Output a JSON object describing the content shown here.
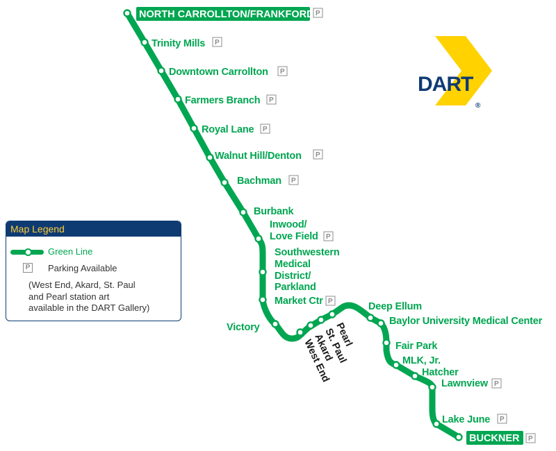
{
  "line": {
    "name": "Green Line",
    "color": "#00a651"
  },
  "stations": {
    "north_carrollton": "NORTH CARROLLTON/FRANKFORD",
    "trinity_mills": "Trinity Mills",
    "downtown_carrollton": "Downtown Carrollton",
    "farmers_branch": "Farmers Branch",
    "royal_lane": "Royal Lane",
    "walnut_hill": "Walnut Hill/Denton",
    "bachman": "Bachman",
    "burbank": "Burbank",
    "inwood_1": "Inwood/",
    "inwood_2": "Love Field",
    "swmed_1": "Southwestern",
    "swmed_2": "Medical",
    "swmed_3": "District/",
    "swmed_4": "Parkland",
    "market_ctr": "Market Ctr",
    "victory": "Victory",
    "pearl": "Pearl",
    "st_paul": "St. Paul",
    "akard": "Akard",
    "west_end": "West End",
    "deep_ellum": "Deep Ellum",
    "baylor": "Baylor University Medical Center",
    "fair_park": "Fair Park",
    "mlk": "MLK, Jr.",
    "hatcher": "Hatcher",
    "lawnview": "Lawnview",
    "lake_june": "Lake June",
    "buckner": "BUCKNER"
  },
  "parking_symbol": "P",
  "parking_stations": [
    "north_carrollton",
    "trinity_mills",
    "downtown_carrollton",
    "farmers_branch",
    "royal_lane",
    "walnut_hill",
    "bachman",
    "inwood",
    "market_ctr",
    "lawnview",
    "lake_june",
    "buckner"
  ],
  "logo": {
    "text": "DART",
    "registered": "®",
    "chevron_color": "#ffd200",
    "text_color": "#0f3b73"
  },
  "legend": {
    "title": "Map Legend",
    "line_label": "Green Line",
    "parking_label": "Parking Available",
    "note_lines": [
      "(West End, Akard, St. Paul",
      "and Pearl station art",
      "available in the DART Gallery)"
    ]
  }
}
